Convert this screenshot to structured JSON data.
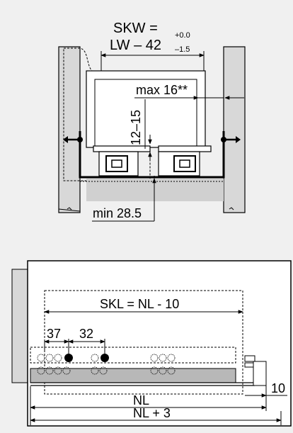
{
  "top_view": {
    "skw_label": "SKW =",
    "lw_label": "LW – 42",
    "tol_plus": "+0.0",
    "tol_minus": "–1.5",
    "max_label": "max 16**",
    "height_label": "12–15",
    "min_label": "min 28.5"
  },
  "side_view": {
    "skl_label": "SKL = NL - 10",
    "dim_37": "37",
    "dim_32": "32",
    "dim_10": "10",
    "nl_label": "NL",
    "nl3_label": "NL + 3"
  },
  "colors": {
    "background": "#f0f0f0",
    "line": "#000000",
    "panel_fill": "#d8d8d8",
    "rail_fill": "#b8b8b8",
    "white": "#ffffff"
  }
}
